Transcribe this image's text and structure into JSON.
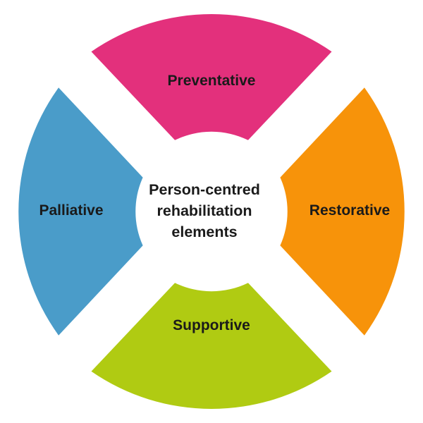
{
  "center": {
    "line1": "Person-centred",
    "line2": "rehabilitation",
    "line3": "elements"
  },
  "segments": {
    "top": {
      "label": "Preventative",
      "color": "#e3307c"
    },
    "right": {
      "label": "Restorative",
      "color": "#f7930a"
    },
    "bottom": {
      "label": "Supportive",
      "color": "#b0cb12"
    },
    "left": {
      "label": "Palliative",
      "color": "#4a9cc9"
    }
  }
}
